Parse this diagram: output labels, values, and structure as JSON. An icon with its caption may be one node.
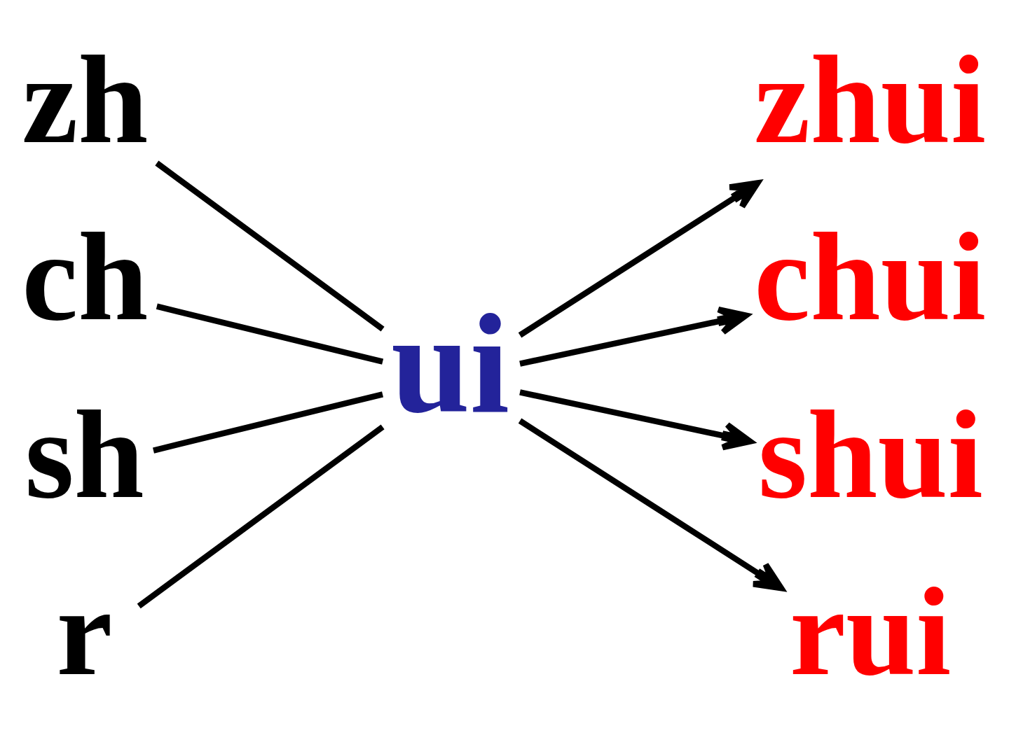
{
  "diagram": {
    "nodes": [
      {
        "text": [
          "zh"
        ]
      },
      {
        "text": [
          "ch"
        ]
      },
      {
        "text": [
          "sh"
        ]
      },
      {
        "text": [
          "r"
        ]
      },
      {
        "text": [
          "ui"
        ]
      },
      {
        "text": [
          "zhui"
        ]
      },
      {
        "text": [
          "chui"
        ]
      },
      {
        "text": [
          "shui"
        ]
      },
      {
        "text": [
          "rui"
        ]
      }
    ],
    "edges": [
      {
        "from": 0,
        "to": 4,
        "arrow": "none"
      },
      {
        "from": 1,
        "to": 4,
        "arrow": "none"
      },
      {
        "from": 2,
        "to": 4,
        "arrow": "none"
      },
      {
        "from": 3,
        "to": 4,
        "arrow": "none"
      },
      {
        "from": 4,
        "to": 5,
        "arrow": "to"
      },
      {
        "from": 4,
        "to": 6,
        "arrow": "to"
      },
      {
        "from": 4,
        "to": 7,
        "arrow": "to"
      },
      {
        "from": 4,
        "to": 8,
        "arrow": "to"
      }
    ]
  }
}
